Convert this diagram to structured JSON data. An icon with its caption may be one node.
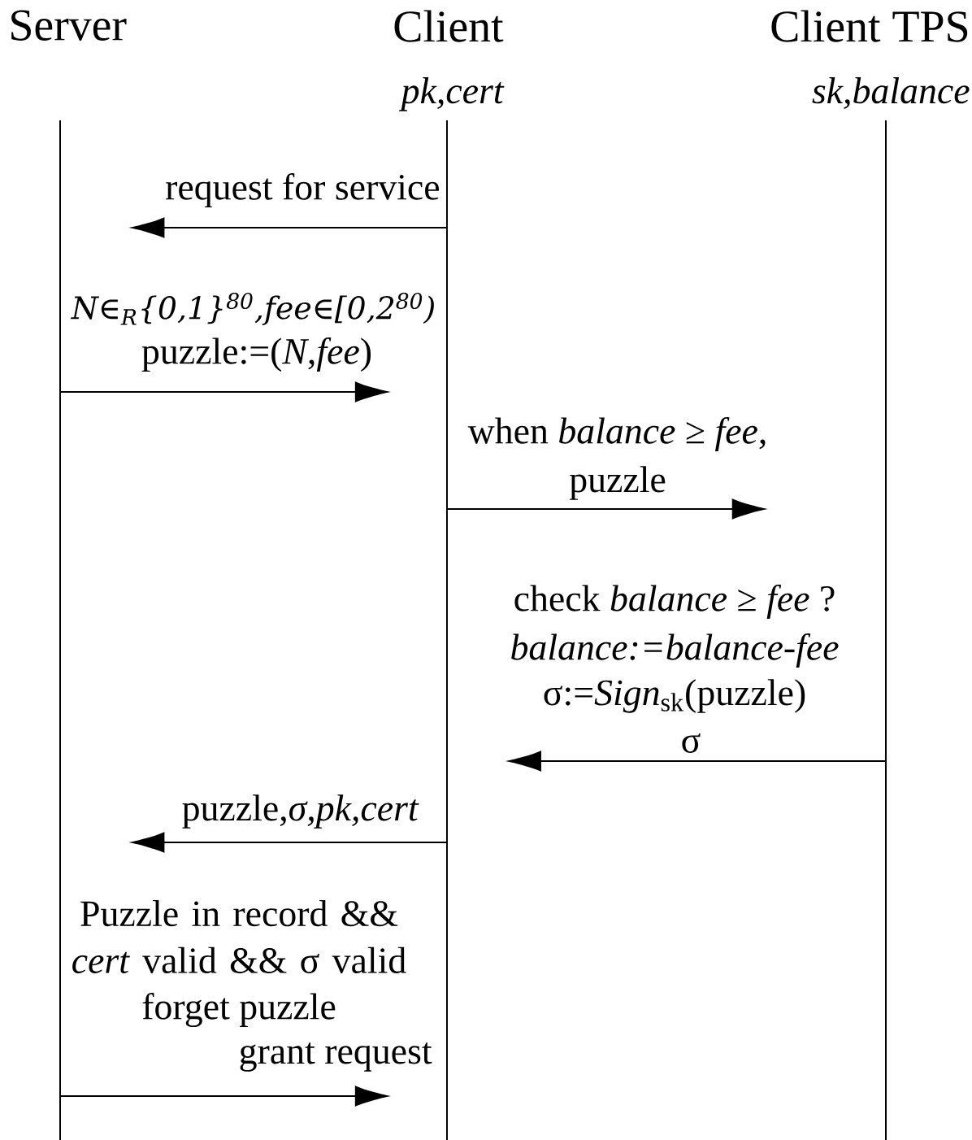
{
  "diagram": {
    "nodes": [
      {
        "text": [
          "Server"
        ]
      },
      {
        "text": [
          "Client",
          "pk,cert"
        ]
      },
      {
        "text": [
          "Client TPS",
          "sk,balance"
        ]
      }
    ],
    "edges": [
      {
        "from": 1,
        "to": 0,
        "arrow": "to",
        "label": "request for service"
      },
      {
        "from": 0,
        "to": 1,
        "arrow": "to",
        "label": "puzzle:=(*N*,*fee*)"
      },
      {
        "from": 1,
        "to": 2,
        "arrow": "to",
        "label": "puzzle"
      },
      {
        "from": 2,
        "to": 1,
        "arrow": "to",
        "label": "σ"
      },
      {
        "from": 1,
        "to": 0,
        "arrow": "to",
        "label": "puzzle,*σ,pk,cert*"
      },
      {
        "from": 0,
        "to": 1,
        "arrow": "to",
        "label": "grant request"
      }
    ],
    "labels": [
      "N∈$_{R}${0,1}$^{80}$,fee∈[0,2$^{80}$)",
      "when *balance* ≥ *fee*,",
      "check *balance* ≥ *fee* ?",
      "balance:=balance-fee",
      "σ:=*Sign*$_{sk}$(puzzle)",
      "Puzzle in record  && *cert* valid && σ valid",
      "forget puzzle"
    ]
  }
}
